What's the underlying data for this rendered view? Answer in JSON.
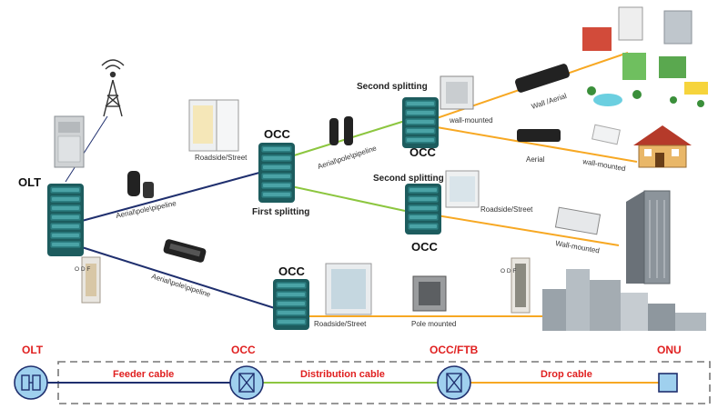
{
  "nodes": {
    "olt": "OLT",
    "occ_top": "OCC",
    "occ_mid": "OCC",
    "occ_bottom": "OCC",
    "occ_right_top": "OCC",
    "first_splitting": "First splitting",
    "second_splitting_top": "Second splitting",
    "second_splitting_mid": "Second splitting"
  },
  "labels": {
    "aerial_pole_pipeline_1": "Aerial\\pole\\pipeline",
    "aerial_pole_pipeline_2": "Aerial\\pole\\pipeline",
    "aerial_pole_pipeline_3": "Aerial\\pole\\pipeline",
    "roadside_street_1": "Roadside/Street",
    "roadside_street_2": "Roadside/Street",
    "roadside_street_3": "Roadside/Street",
    "wall_mounted_1": "wall-mounted",
    "wall_mounted_2": "wall-mounted",
    "wall_mounted_3": "Wall-mounted",
    "wall_aerial": "Wall /Aerial",
    "aerial": "Aerial",
    "pole_mounted": "Pole mounted",
    "odf_left": "O D F",
    "odf_right": "O D F"
  },
  "legend": {
    "olt": "OLT",
    "occ": "OCC",
    "occ_ftb": "OCC/FTB",
    "onu": "ONU",
    "feeder_cable": "Feeder cable",
    "distribution_cable": "Distribution cable",
    "drop_cable": "Drop cable"
  },
  "colors": {
    "feeder": "#1f2f6e",
    "distribution": "#8cc63f",
    "drop": "#f7a823",
    "legend_red": "#e02020",
    "stack_teal": "#2d7f82",
    "stack_light": "#4aa3a6",
    "symbol_fill": "#9fd0ee"
  }
}
